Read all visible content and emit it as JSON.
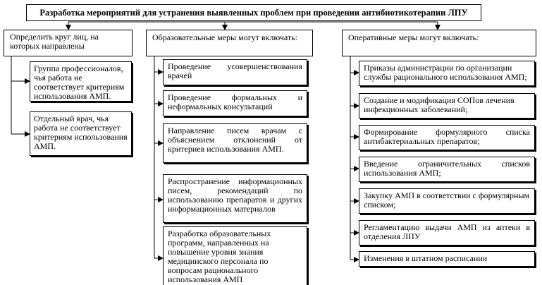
{
  "title": "Разработка мероприятий для устранения выявленных проблем при проведении антибиотикотерапии ЛПУ",
  "columns": {
    "left": {
      "header": "Определить круг лиц, на которых направлены",
      "items": [
        "Группа профессионалов, чья работа не соответствует критериям использования АМП.",
        "Отдельный врач, чья работа не соответствует критериям использования АМП."
      ]
    },
    "middle": {
      "header": "Образовательные меры могут включать:",
      "items": [
        "Проведение усовершенствования врачей",
        "Проведение формальных и неформальных консультаций",
        "Направление писем врачам с объяснением отклонений от критериев использования АМП.",
        "Распространение информационных писем, рекомендаций по использованию препаратов и других информационных материалов",
        "Разработка образовательных программ, направленных на повышение уровня знания медицинского персонала по вопросам рационального использования АМП"
      ]
    },
    "right": {
      "header": "Оперативные меры могут включать:",
      "items": [
        "Приказы администрации по организации службы рационального использования АМП;",
        "Создание и модификация СОПов лечения инфекционных заболеваний;",
        "Формирование формулярного списка антибактериальных препаратов;",
        "Введение ограничительных списков использования АМП;",
        "Закупку АМП в соответствии с формулярным списком;",
        "Регламентацию выдачи АМП из аптеки в отделения ЛПУ",
        "Изменения в штатном расписании"
      ]
    }
  }
}
